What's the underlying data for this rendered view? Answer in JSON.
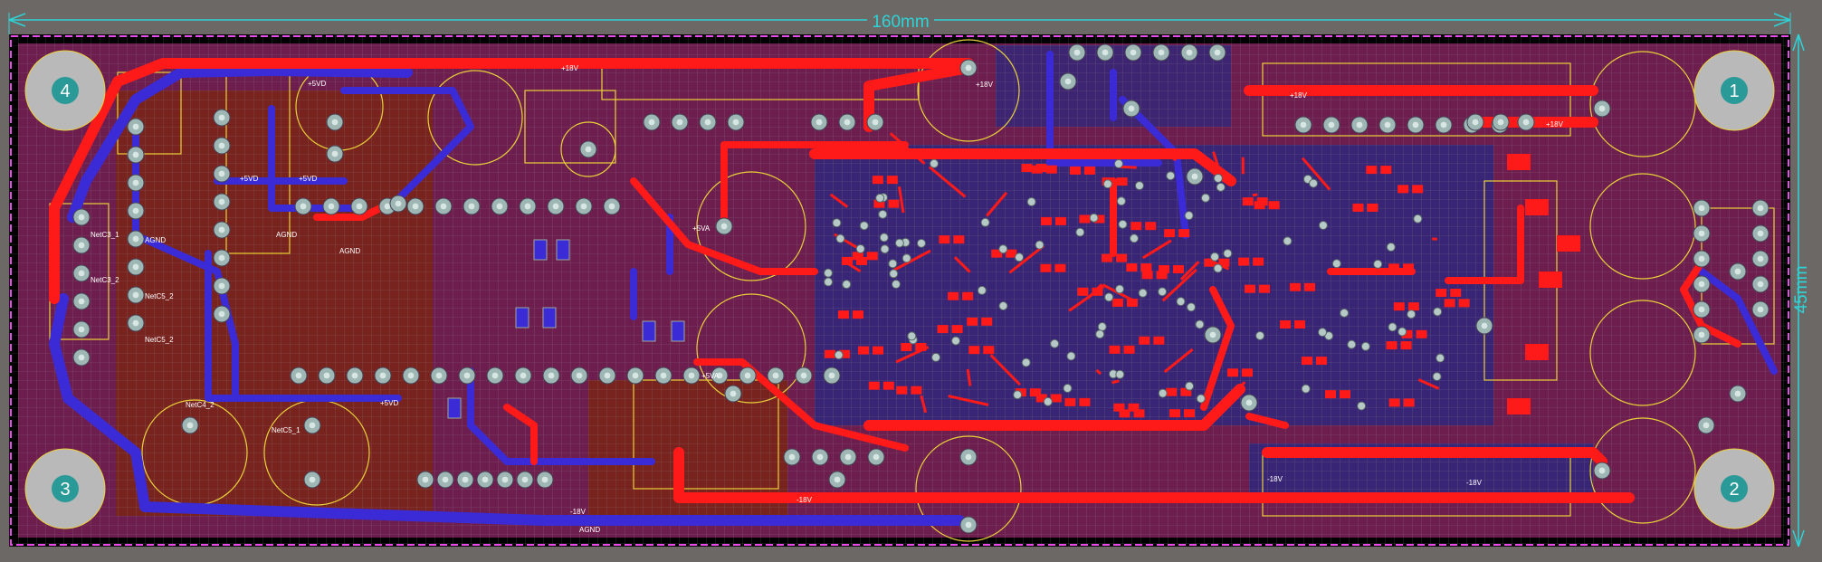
{
  "board": {
    "width_dimension": "160mm",
    "height_dimension": "45mm",
    "mounting_holes": [
      "1",
      "2",
      "3",
      "4"
    ]
  },
  "net_labels": {
    "plus18v": "+18V",
    "minus18v": "-18V",
    "plus5vd": "+5VD",
    "plus5va": "+5VA",
    "agnd": "AGND",
    "netc5_1": "NetC5_1",
    "netc5_2": "NetC5_2",
    "netc3_1": "NetC3_1",
    "netc3_2": "NetC3_2",
    "netc4_2": "NetC4_2"
  },
  "colors": {
    "background": "#000000",
    "board_fill": "#6e1e4e",
    "top_copper": "#ff1a1a",
    "bottom_copper": "#3b2bd6",
    "silkscreen": "#e8d23a",
    "pad": "#9fb7b4",
    "dimension": "#2fd3d6",
    "outline": "#e84ce8"
  }
}
